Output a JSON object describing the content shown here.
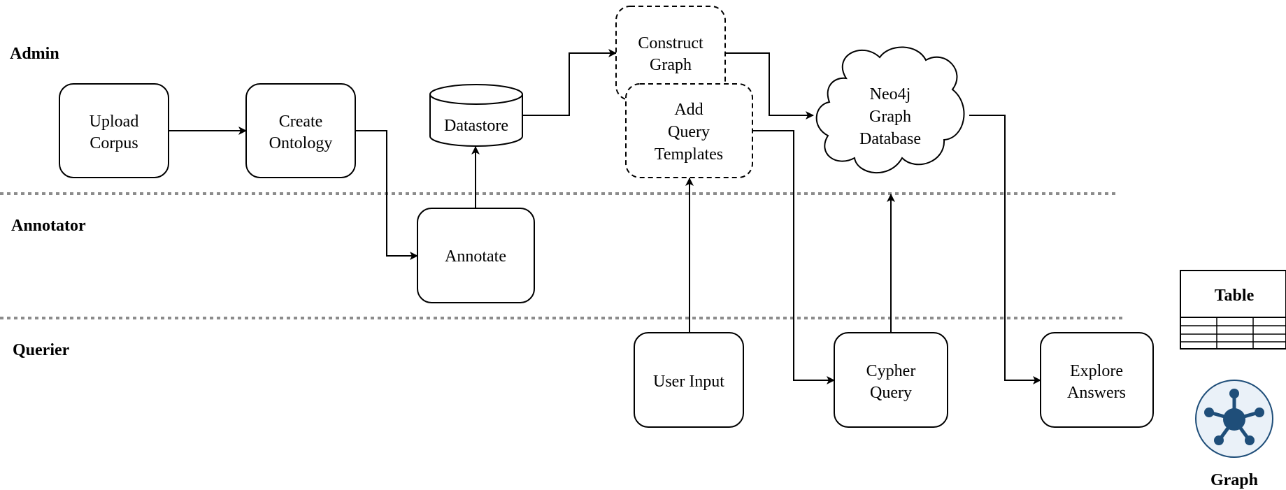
{
  "lanes": {
    "admin": "Admin",
    "annotator": "Annotator",
    "querier": "Querier"
  },
  "nodes": {
    "upload_corpus": [
      "Upload",
      "Corpus"
    ],
    "create_ontology": [
      "Create",
      "Ontology"
    ],
    "datastore": [
      "Datastore"
    ],
    "construct_graph": [
      "Construct",
      "Graph"
    ],
    "add_query_templates": [
      "Add",
      "Query",
      "Templates"
    ],
    "neo4j": [
      "Neo4j",
      "Graph",
      "Database"
    ],
    "annotate": [
      "Annotate"
    ],
    "user_input": [
      "User Input"
    ],
    "cypher_query": [
      "Cypher",
      "Query"
    ],
    "explore_answers": [
      "Explore",
      "Answers"
    ]
  },
  "legend": {
    "table_label": "Table",
    "graph_label": "Graph"
  },
  "colors": {
    "stroke": "#000000",
    "divider": "#8c8c8c",
    "graph_icon": "#1f4e79",
    "graph_icon_bg": "#eaf1f8"
  }
}
